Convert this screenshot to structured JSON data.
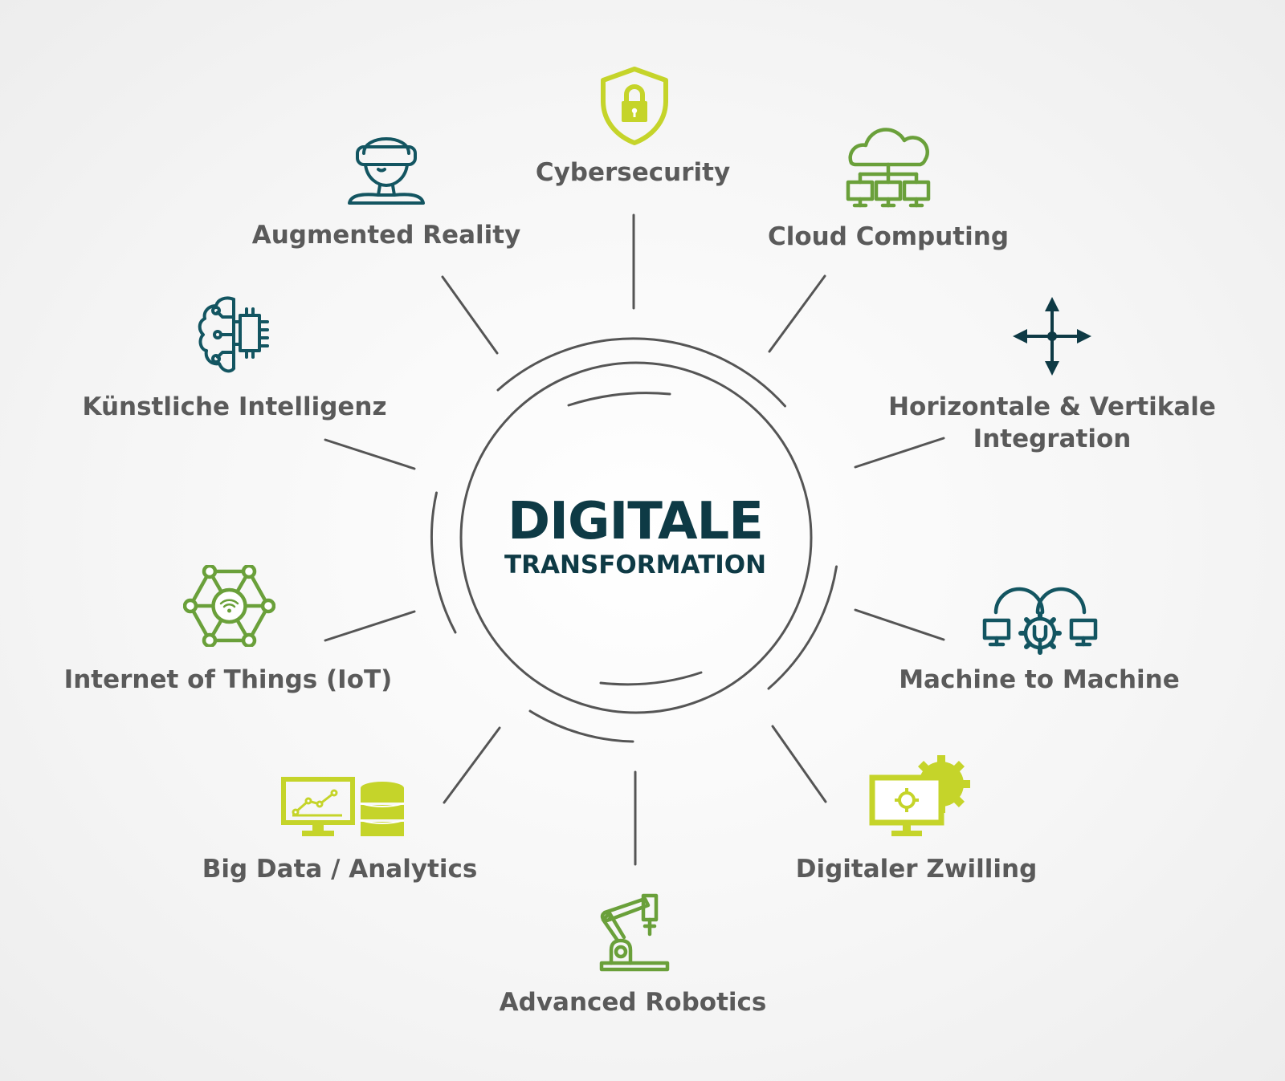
{
  "center": {
    "title": "DIGITALE",
    "subtitle": "TRANSFORMATION"
  },
  "nodes": [
    {
      "id": "cybersecurity",
      "label": "Cybersecurity",
      "icon": "shield-lock-icon",
      "color": "#c5d42a"
    },
    {
      "id": "cloud",
      "label": "Cloud Computing",
      "icon": "cloud-network-icon",
      "color": "#6aa03a"
    },
    {
      "id": "integration",
      "label": "Horizontale & Vertikale",
      "label2": "Integration",
      "icon": "four-way-arrows-icon",
      "color": "#0e3a45"
    },
    {
      "id": "m2m",
      "label": "Machine to Machine",
      "icon": "machine-to-machine-icon",
      "color": "#135561"
    },
    {
      "id": "twin",
      "label": "Digitaler Zwilling",
      "icon": "monitor-gear-icon",
      "color": "#c5d42a"
    },
    {
      "id": "robotics",
      "label": "Advanced Robotics",
      "icon": "robot-arm-icon",
      "color": "#6aa03a"
    },
    {
      "id": "bigdata",
      "label": "Big Data / Analytics",
      "icon": "monitor-database-icon",
      "color": "#c5d42a"
    },
    {
      "id": "iot",
      "label": "Internet of Things (IoT)",
      "icon": "iot-network-icon",
      "color": "#6aa03a"
    },
    {
      "id": "ai",
      "label": "Künstliche Intelligenz",
      "icon": "brain-chip-icon",
      "color": "#135561"
    },
    {
      "id": "ar",
      "label": "Augmented Reality",
      "icon": "vr-headset-person-icon",
      "color": "#135561"
    }
  ],
  "colors": {
    "lime": "#c5d42a",
    "green": "#6aa03a",
    "teal": "#135561",
    "navy": "#0e3a45",
    "line": "#555555",
    "text": "#5a5a5a"
  }
}
